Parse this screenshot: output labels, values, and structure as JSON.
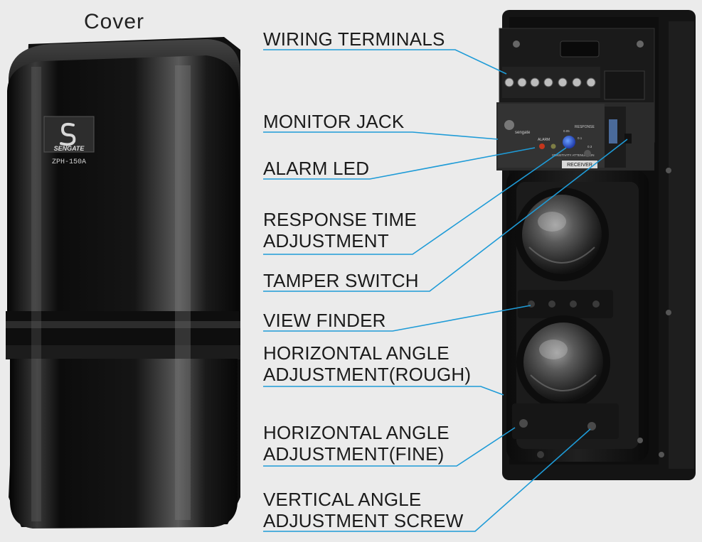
{
  "cover_title": "Cover",
  "badge": {
    "brand": "SENGATE",
    "model": "ZPH-150A"
  },
  "panel": {
    "led_label": "ALARM",
    "sensitivity_label": "SENSITIVITY ATTENUATION",
    "receiver_label": "RECEIVER",
    "maker": "sengate",
    "dial_marks": [
      "0.05",
      "0.1",
      "0.3"
    ],
    "response_label": "RESPONSE"
  },
  "labels": [
    {
      "id": "wiring-terminals",
      "lines": [
        "WIRING TERMINALS"
      ]
    },
    {
      "id": "monitor-jack",
      "lines": [
        "MONITOR JACK"
      ]
    },
    {
      "id": "alarm-led",
      "lines": [
        "ALARM LED"
      ]
    },
    {
      "id": "response-time",
      "lines": [
        "RESPONSE TIME",
        "ADJUSTMENT"
      ]
    },
    {
      "id": "tamper-switch",
      "lines": [
        "TAMPER SWITCH"
      ]
    },
    {
      "id": "view-finder",
      "lines": [
        "VIEW FINDER"
      ]
    },
    {
      "id": "horizontal-rough",
      "lines": [
        "HORIZONTAL ANGLE",
        "ADJUSTMENT(ROUGH)"
      ]
    },
    {
      "id": "horizontal-fine",
      "lines": [
        "HORIZONTAL ANGLE",
        "ADJUSTMENT(FINE)"
      ]
    },
    {
      "id": "vertical-screw",
      "lines": [
        "VERTICAL ANGLE",
        "ADJUSTMENT SCREW"
      ]
    }
  ],
  "colors": {
    "leader": "#1e9bd7",
    "background": "#ebebeb",
    "device_body": "#161616"
  }
}
